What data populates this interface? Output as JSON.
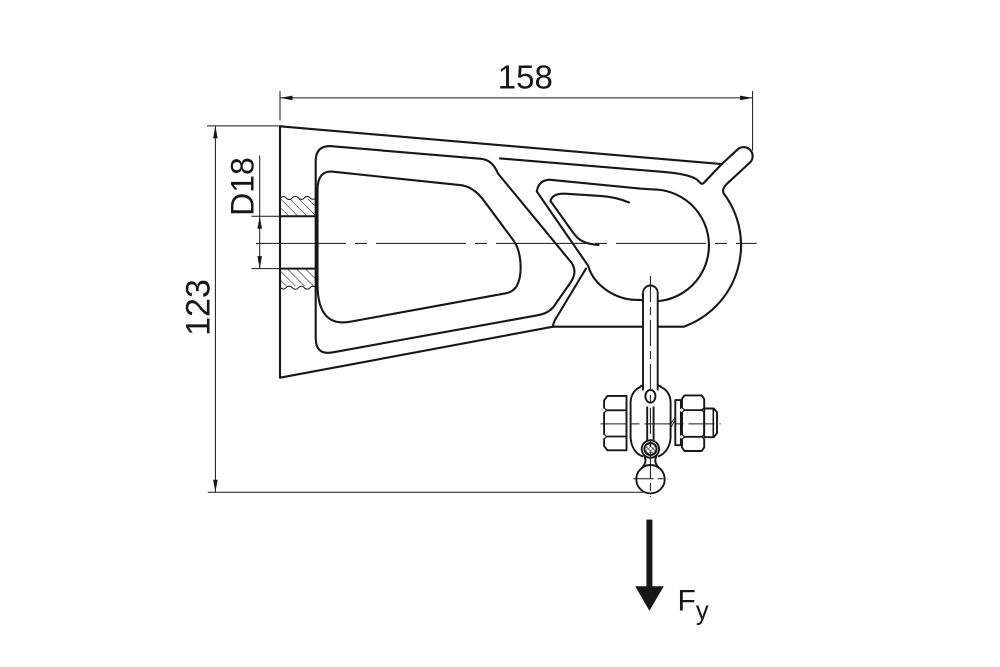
{
  "drawing": {
    "type": "technical-drawing",
    "subject": "cast tension-clamp bracket side view with shackle rod, ball pin and bolted clevis",
    "ink_color": "#171717",
    "background_color": "#ffffff",
    "dimensions": {
      "width": {
        "label": "158"
      },
      "height": {
        "label": "123"
      },
      "bore": {
        "label": "D18"
      }
    },
    "force": {
      "label": "F",
      "subscript": "y"
    }
  }
}
